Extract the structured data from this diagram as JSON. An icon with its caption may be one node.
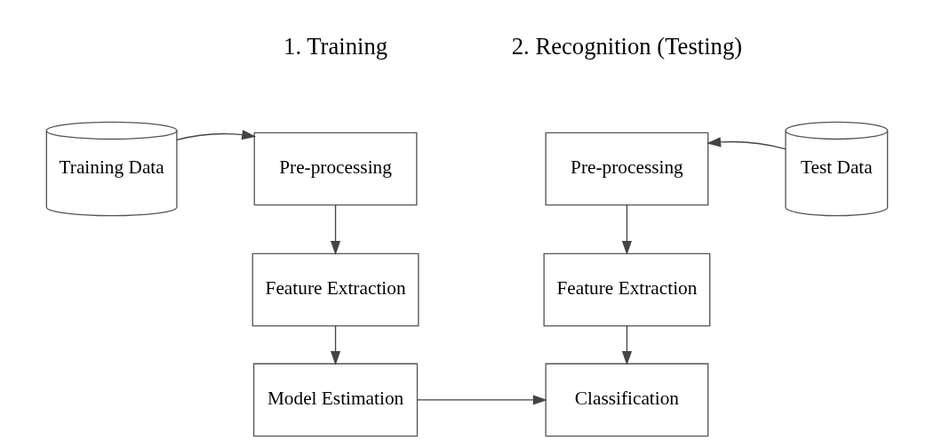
{
  "diagram": {
    "nodes": [
      {
        "text": [
          "Training Data"
        ]
      },
      {
        "text": [
          "Pre-processing"
        ]
      },
      {
        "text": [
          "Feature Extraction"
        ]
      },
      {
        "text": [
          "Model Estimation"
        ]
      },
      {
        "text": [
          "Test Data"
        ]
      },
      {
        "text": [
          "Pre-processing"
        ]
      },
      {
        "text": [
          "Feature Extraction"
        ]
      },
      {
        "text": [
          "Classification"
        ]
      }
    ],
    "edges": [
      {
        "from": 0,
        "to": 1,
        "arrow": "to"
      },
      {
        "from": 1,
        "to": 2,
        "arrow": "to"
      },
      {
        "from": 2,
        "to": 3,
        "arrow": "to"
      },
      {
        "from": 4,
        "to": 5,
        "arrow": "to"
      },
      {
        "from": 5,
        "to": 6,
        "arrow": "to"
      },
      {
        "from": 6,
        "to": 7,
        "arrow": "to"
      },
      {
        "from": 3,
        "to": 7,
        "arrow": "to"
      }
    ],
    "labels": [
      "1. Training",
      "2. Recognition (Testing)"
    ]
  }
}
